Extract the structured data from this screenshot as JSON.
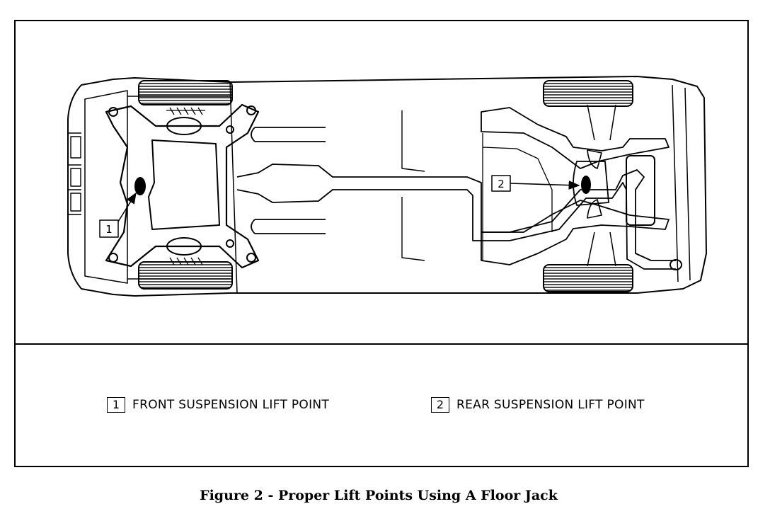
{
  "diagram": {
    "callouts": [
      {
        "number": "1",
        "target": "front-lift-point"
      },
      {
        "number": "2",
        "target": "rear-lift-point"
      }
    ]
  },
  "legend": {
    "items": [
      {
        "number": "1",
        "label": "FRONT SUSPENSION LIFT POINT"
      },
      {
        "number": "2",
        "label": "REAR SUSPENSION LIFT POINT"
      }
    ]
  },
  "caption": "Figure 2 - Proper Lift Points Using A Floor Jack"
}
